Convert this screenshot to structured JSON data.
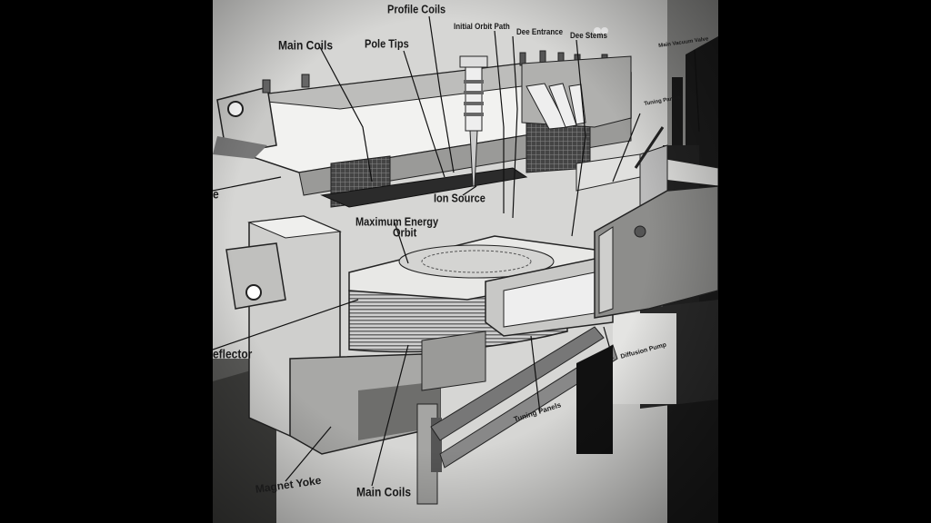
{
  "labels": {
    "profile_coils": "Profile Coils",
    "initial_orbit_path": "Initial Orbit Path",
    "dee_entrance": "Dee Entrance",
    "dee_stems": "Dee Stems",
    "main_vacuum_valve": "Main Vacuum Valve",
    "main_coils_top": "Main Coils",
    "pole_tips": "Pole Tips",
    "tuning_panels_top": "Tuning Panels",
    "ion_source": "Ion Source",
    "maximum_energy_orbit_line1": "Maximum Energy",
    "maximum_energy_orbit_line2": "Orbit",
    "plate_fragment": "e",
    "deflector_fragment": "eflector",
    "diffusion_pump": "Diffusion Pump",
    "tuning_panels_bottom": "Tuning Panels",
    "magnet_yoke": "Magnet Yoke",
    "main_coils_bottom": "Main Coils"
  },
  "colors": {
    "background": "#000000",
    "wall": "#d6d6d4",
    "label_text": "#1a1a1a"
  }
}
